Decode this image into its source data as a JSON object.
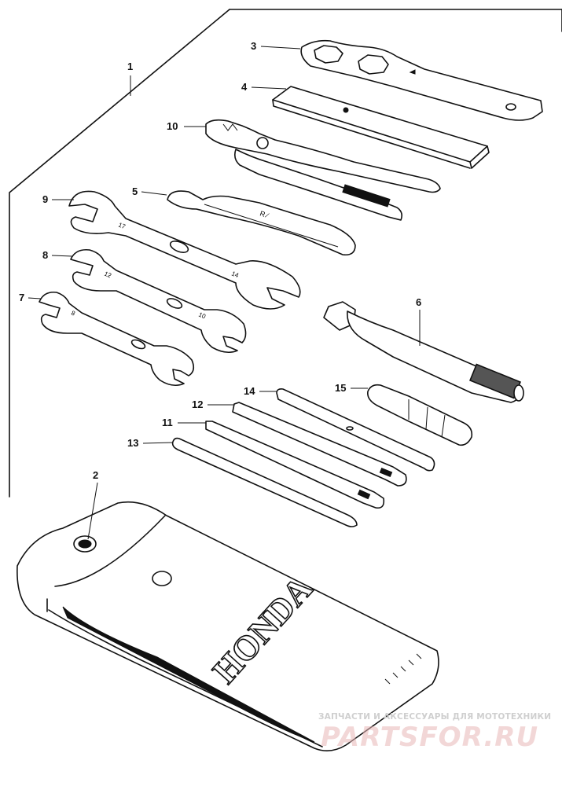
{
  "callouts": [
    {
      "id": "1",
      "label": "1"
    },
    {
      "id": "2",
      "label": "2"
    },
    {
      "id": "3",
      "label": "3"
    },
    {
      "id": "4",
      "label": "4"
    },
    {
      "id": "5",
      "label": "5"
    },
    {
      "id": "6",
      "label": "6"
    },
    {
      "id": "7",
      "label": "7"
    },
    {
      "id": "8",
      "label": "8"
    },
    {
      "id": "9",
      "label": "9"
    },
    {
      "id": "10",
      "label": "10"
    },
    {
      "id": "11",
      "label": "11"
    },
    {
      "id": "12",
      "label": "12"
    },
    {
      "id": "13",
      "label": "13"
    },
    {
      "id": "14",
      "label": "14"
    },
    {
      "id": "15",
      "label": "15"
    }
  ],
  "pouch": {
    "brand_text": "HONDA"
  },
  "watermark": {
    "tagline": "ЗАПЧАСТИ И АКСЕССУАРЫ ДЛЯ МОТОТЕХНИКИ",
    "logo": "PARTSFOR.RU"
  },
  "colors": {
    "line": "#111111",
    "watermark_text": "#cfcfcf",
    "watermark_logo": "#e8b7b7"
  }
}
